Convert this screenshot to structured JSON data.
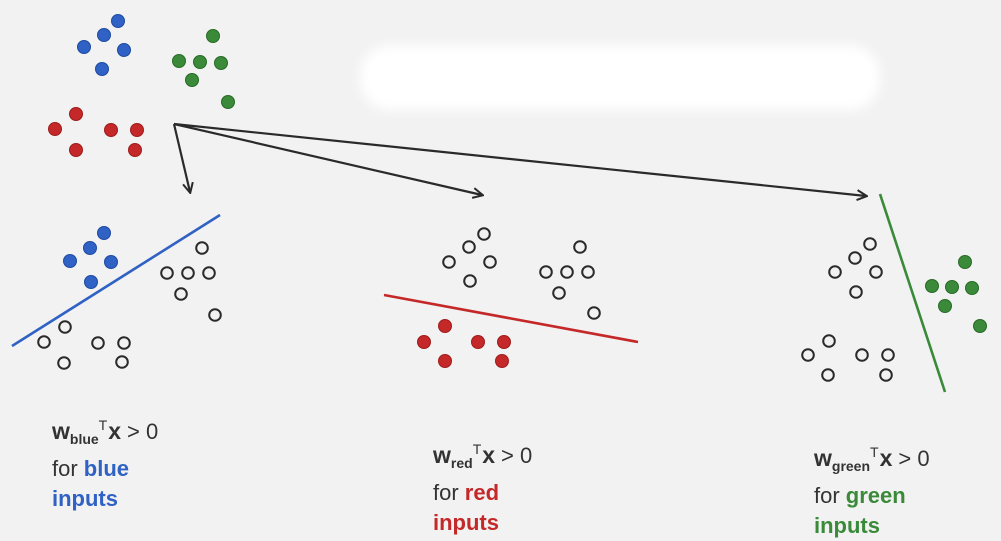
{
  "colors": {
    "blue": "#2f62c4",
    "red": "#c42828",
    "green": "#3a8a3a",
    "hollow": "#2a2a2a",
    "arrow": "#2a2a2a",
    "text": "#333333",
    "background": "#f2f2f2"
  },
  "panels": [
    {
      "id": "blue",
      "weight_symbol": "w",
      "subscript": "blue",
      "superscript": "T",
      "variable": "x",
      "comparison": "> 0",
      "for_text": "for ",
      "class_word": "blue",
      "inputs_word": "inputs"
    },
    {
      "id": "red",
      "weight_symbol": "w",
      "subscript": "red",
      "superscript": "T",
      "variable": "x",
      "comparison": "> 0",
      "for_text": "for ",
      "class_word": "red",
      "inputs_word": "inputs"
    },
    {
      "id": "green",
      "weight_symbol": "w",
      "subscript": "green",
      "superscript": "T",
      "variable": "x",
      "comparison": "> 0",
      "for_text": "for ",
      "class_word": "green",
      "inputs_word": "inputs"
    }
  ]
}
